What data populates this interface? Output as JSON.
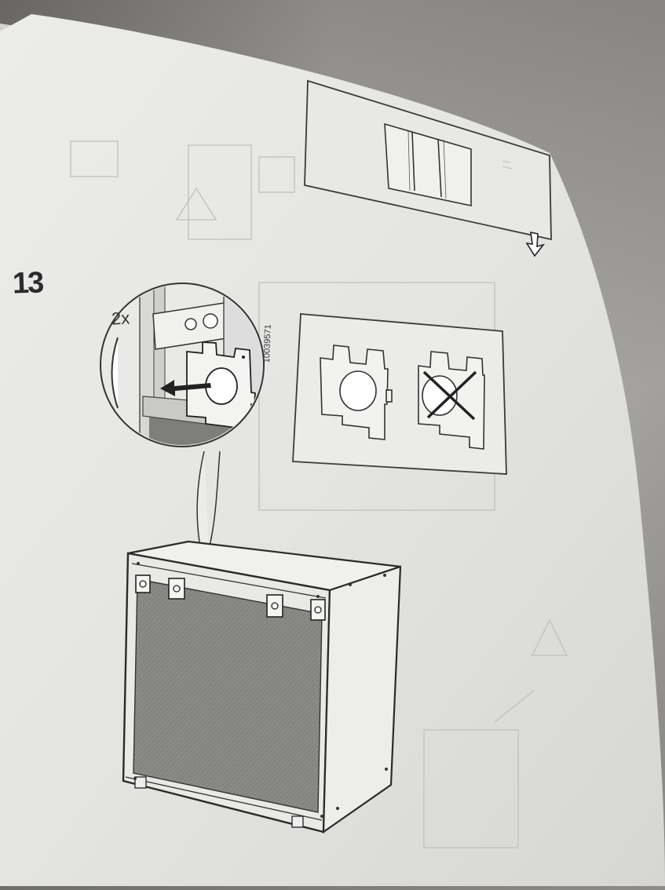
{
  "manual": {
    "step_number": "13",
    "quantity": "2x",
    "part_number": "10039571"
  },
  "icons": [
    "arrow-down-icon",
    "arrow-left-icon",
    "cross-out-icon",
    "warning-triangle-icon"
  ]
}
